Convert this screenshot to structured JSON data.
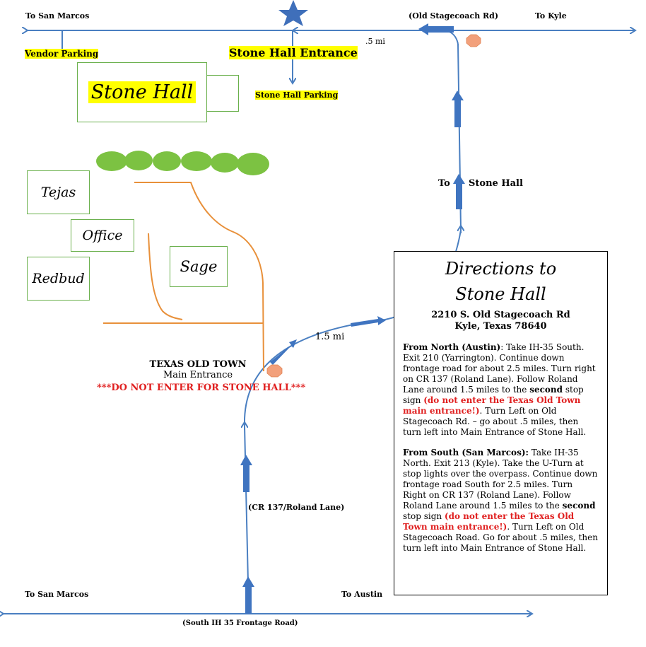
{
  "map": {
    "top_road": {
      "left_label": "To San Marcos",
      "name": "(Old Stagecoach Rd)",
      "right_label": "To Kyle",
      "distance": ".5 mi"
    },
    "bottom_road": {
      "left_label": "To San Marcos",
      "right_label": "To Austin",
      "name": "(South IH 35 Frontage Road)"
    },
    "roland_lane": "(CR 137/Roland Lane)",
    "roland_distance": "1.5 mi",
    "to_stone_hall": {
      "left": "To",
      "right": "Stone Hall"
    },
    "vendor_parking": "Vendor Parking",
    "stone_hall_entrance": "Stone Hall Entrance",
    "stone_hall_parking": "Stone Hall Parking",
    "buildings": {
      "stone_hall": "Stone Hall",
      "tejas": "Tejas",
      "office": "Office",
      "redbud": "Redbud",
      "sage": "Sage"
    },
    "texas_old_town": {
      "title": "TEXAS OLD TOWN",
      "subtitle": "Main Entrance",
      "warning": "***DO NOT ENTER FOR STONE HALL***"
    },
    "colors": {
      "road": "#4a7fc1",
      "arrow": "#3f74c0",
      "path": "#e8903a",
      "building_border": "#6ab04c",
      "trees": "#7cc242",
      "stop_sign": "#f2a07b",
      "star": "#3f6fba",
      "highlight": "#ffff00",
      "warning": "#e02020"
    }
  },
  "directions": {
    "title_line1": "Directions to",
    "title_line2": "Stone Hall",
    "address_line1": "2210 S. Old Stagecoach Rd",
    "address_line2": "Kyle, Texas 78640",
    "north": {
      "heading": "From North (Austin)",
      "text1": ": Take IH-35 South. Exit 210 (Yarrington). Continue down frontage road for about 2.5 miles. Turn right on CR 137 (Roland Lane). Follow Roland Lane around 1.5 miles to the ",
      "bold": "second",
      "text2": " stop sign ",
      "warning": "(do not enter the Texas Old Town main entrance!)",
      "text3": ". Turn Left on Old Stagecoach Rd. – go about .5 miles, then turn left into Main Entrance of Stone Hall."
    },
    "south": {
      "heading": "From South (San Marcos):",
      "text1": " Take IH-35 North. Exit 213 (Kyle). Take the U-Turn at stop lights over the overpass. Continue down frontage road South for 2.5 miles. Turn Right on CR 137 (Roland Lane). Follow Roland Lane around 1.5 miles to the ",
      "bold": "second",
      "text2": " stop sign ",
      "warning": "(do not enter the Texas Old Town main entrance!)",
      "text3": ".  Turn Left on Old Stagecoach Road. Go for about .5 miles, then turn left into Main Entrance of Stone Hall."
    }
  }
}
